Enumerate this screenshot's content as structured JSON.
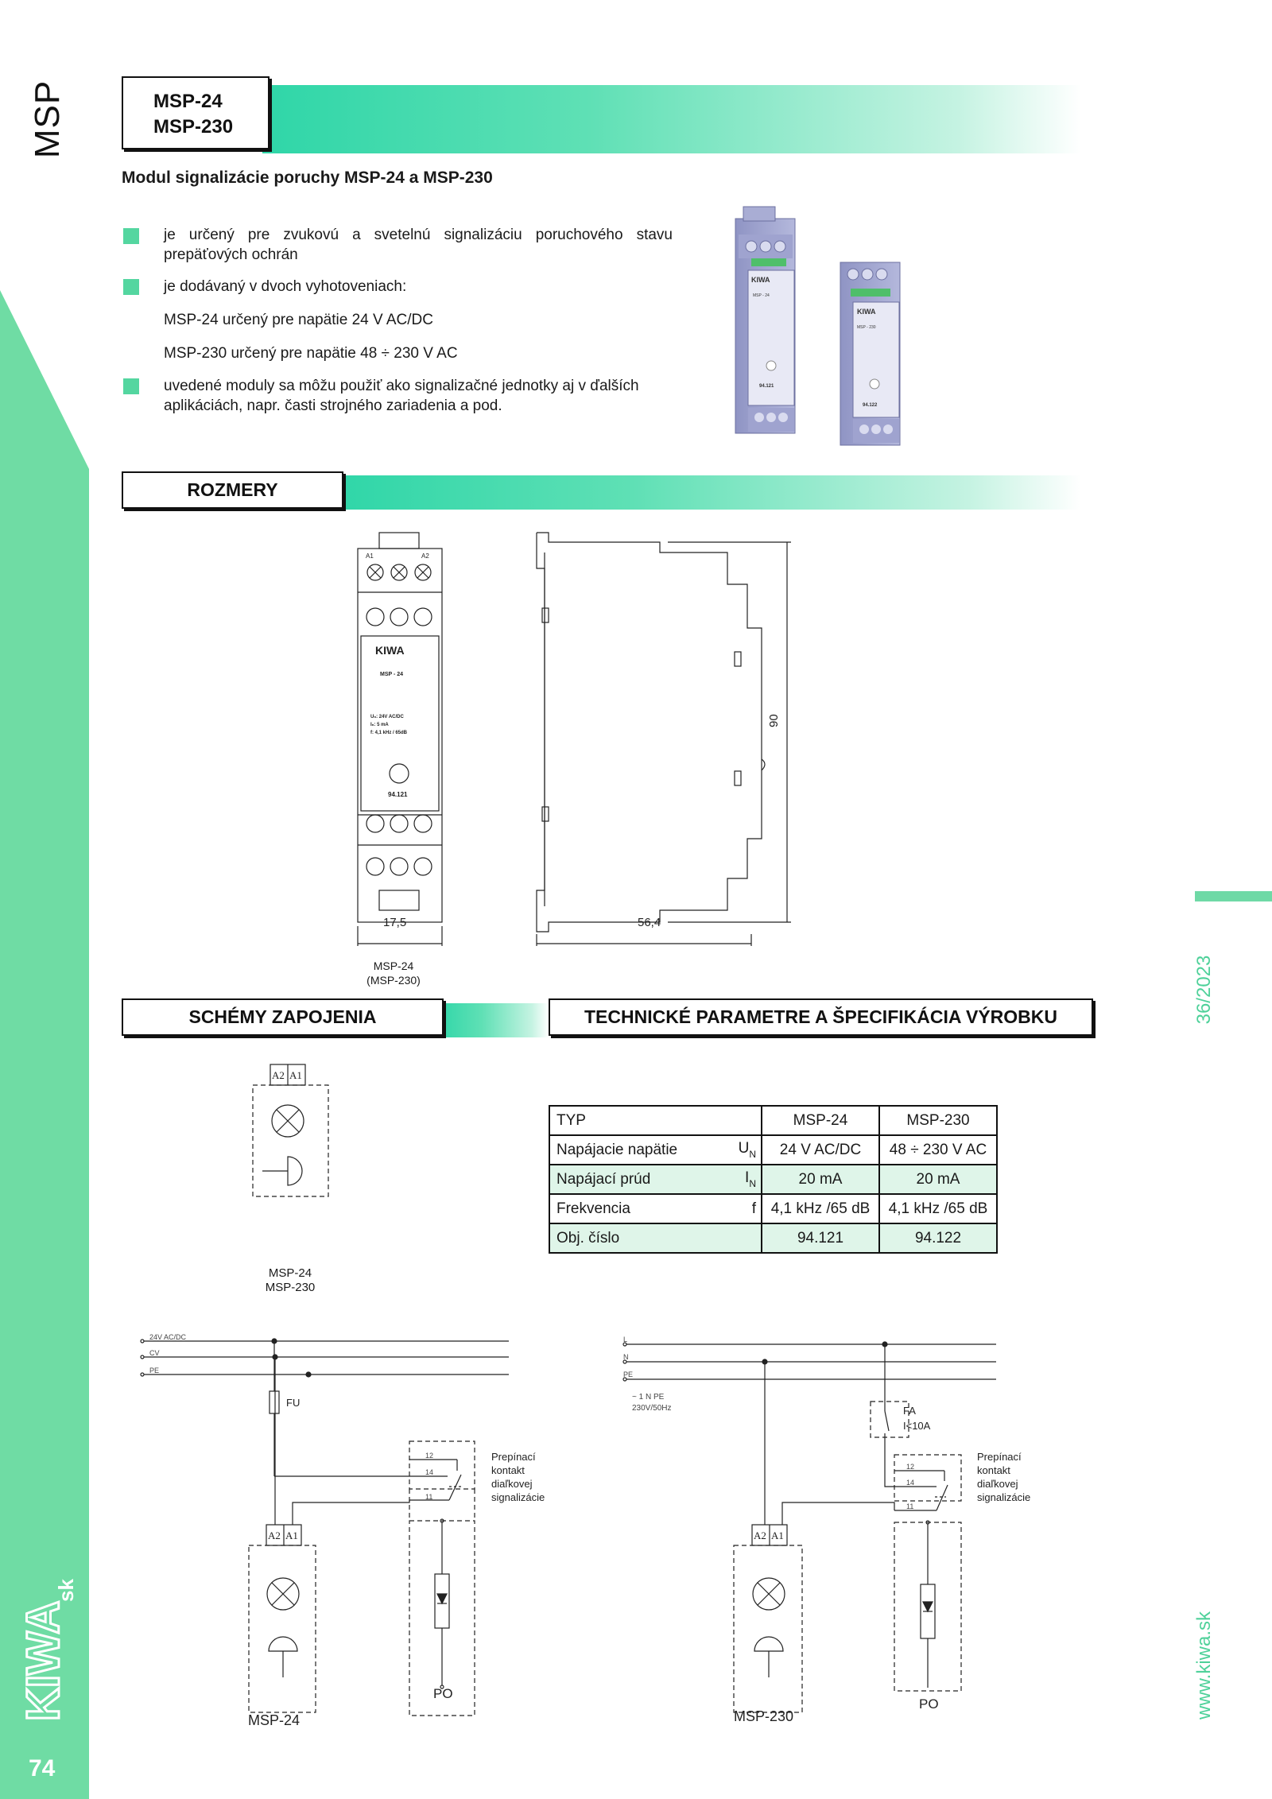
{
  "header": {
    "side_label": "MSP",
    "title_line1": "MSP-24",
    "title_line2": "MSP-230",
    "subtitle": "Modul signalizácie poruchy MSP-24 a MSP-230"
  },
  "bullets": [
    "je určený pre zvukovú a svetelnú signalizáciu poruchového stavu prepäťových ochrán",
    "je dodávaný v dvoch  vyhotoveniach:",
    "MSP-24 určený pre napätie 24 V AC/DC",
    "MSP-230  určený pre napätie 48 ÷ 230 V AC",
    "uvedené moduly sa môžu použiť ako signalizačné jednotky aj v ďalších aplikáciách, napr. časti strojného zariadenia a pod."
  ],
  "sections": {
    "rozmery": "ROZMERY",
    "schemy": "SCHÉMY ZAPOJENIA",
    "tech": "TECHNICKÉ PARAMETRE A ŠPECIFIKÁCIA VÝROBKU"
  },
  "product_photo": {
    "brand": "KIWA",
    "model_1": "MSP - 24",
    "model_2": "MSP - 230",
    "order_1": "94.121",
    "order_2": "94.122"
  },
  "dimensions": {
    "width_front": "17,5",
    "depth_side": "56,4",
    "height": "90",
    "caption_line1": "MSP-24",
    "caption_line2": "(MSP-230)",
    "terminal_left": "A1",
    "terminal_right": "A2",
    "label_brand": "KIWA",
    "label_model": "MSP - 24",
    "label_un": "Uₙ:   24V AC/DC",
    "label_in": "Iₙ:        5    mA",
    "label_f": "f:  4,1 kHz / 65dB",
    "label_order": "94.121"
  },
  "schematic_small": {
    "a2": "A2",
    "a1": "A1",
    "caption_line1": "MSP-24",
    "caption_line2": "MSP-230"
  },
  "spec_table": {
    "header": [
      "TYP",
      "MSP-24",
      "MSP-230"
    ],
    "rows": [
      {
        "label": "Napájacie napätie",
        "sym": "U",
        "sub": "N",
        "v1": "24 V AC/DC",
        "v2": "48 ÷ 230 V AC"
      },
      {
        "label": "Napájací prúd",
        "sym": "I",
        "sub": "N",
        "v1": "20 mA",
        "v2": "20 mA"
      },
      {
        "label": "Frekvencia",
        "sym": "f",
        "sub": "",
        "v1": "4,1 kHz /65 dB",
        "v2": "4,1 kHz /65 dB"
      },
      {
        "label": "Obj. číslo",
        "sym": "",
        "sub": "",
        "v1": "94.121",
        "v2": "94.122"
      }
    ]
  },
  "wiring_left": {
    "line1": "24V AC/DC",
    "line2": "CV",
    "line3": "PE",
    "fuse": "FU",
    "contact_12": "12",
    "contact_14": "14",
    "contact_11": "11",
    "contact_label_1": "Prepínací",
    "contact_label_2": "kontakt",
    "contact_label_3": "diaľkovej",
    "contact_label_4": "signalizácie",
    "a2": "A2",
    "a1": "A1",
    "module": "MSP-24",
    "po": "PO"
  },
  "wiring_right": {
    "line1": "L",
    "line2": "N",
    "line3": "PE",
    "supply_1": "~ 1 N PE",
    "supply_2": "230V/50Hz",
    "breaker_1": "FA",
    "breaker_2": "I<10A",
    "contact_12": "12",
    "contact_14": "14",
    "contact_11": "11",
    "contact_label_1": "Prepínací",
    "contact_label_2": "kontakt",
    "contact_label_3": "diaľkovej",
    "contact_label_4": "signalizácie",
    "a2": "A2",
    "a1": "A1",
    "module": "MSP-230",
    "po": "PO"
  },
  "footer": {
    "page_number": "74",
    "logo": "KIWA",
    "logo_suffix": "sk",
    "date": "36/2023",
    "website": "www.kiwa.sk"
  },
  "colors": {
    "accent": "#5fd99f",
    "sidebar": "#6fdca4",
    "banner_start": "#2fd6a8",
    "table_highlight": "#dff5e9"
  }
}
